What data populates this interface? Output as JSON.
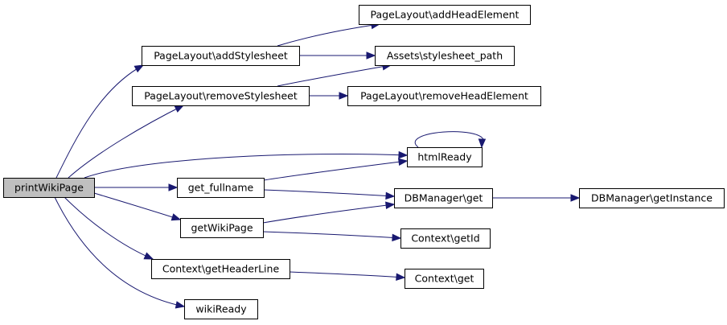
{
  "graph": {
    "nodes": [
      {
        "id": "printWikiPage",
        "label": "printWikiPage",
        "root": true
      },
      {
        "id": "addStylesheet",
        "label": "PageLayout\\addStylesheet"
      },
      {
        "id": "removeStylesheet",
        "label": "PageLayout\\removeStylesheet"
      },
      {
        "id": "addHeadElement",
        "label": "PageLayout\\addHeadElement"
      },
      {
        "id": "stylesheet_path",
        "label": "Assets\\stylesheet_path"
      },
      {
        "id": "removeHeadElement",
        "label": "PageLayout\\removeHeadElement"
      },
      {
        "id": "htmlReady",
        "label": "htmlReady"
      },
      {
        "id": "get_fullname",
        "label": "get_fullname"
      },
      {
        "id": "getWikiPage",
        "label": "getWikiPage"
      },
      {
        "id": "dbget",
        "label": "DBManager\\get"
      },
      {
        "id": "getInstance",
        "label": "DBManager\\getInstance"
      },
      {
        "id": "getId",
        "label": "Context\\getId"
      },
      {
        "id": "getHeaderLine",
        "label": "Context\\getHeaderLine"
      },
      {
        "id": "ctxget",
        "label": "Context\\get"
      },
      {
        "id": "wikiReady",
        "label": "wikiReady"
      }
    ],
    "edges": [
      {
        "from": "printWikiPage",
        "to": "addStylesheet"
      },
      {
        "from": "printWikiPage",
        "to": "removeStylesheet"
      },
      {
        "from": "printWikiPage",
        "to": "htmlReady"
      },
      {
        "from": "printWikiPage",
        "to": "get_fullname"
      },
      {
        "from": "printWikiPage",
        "to": "getWikiPage"
      },
      {
        "from": "printWikiPage",
        "to": "getHeaderLine"
      },
      {
        "from": "printWikiPage",
        "to": "wikiReady"
      },
      {
        "from": "addStylesheet",
        "to": "addHeadElement"
      },
      {
        "from": "addStylesheet",
        "to": "stylesheet_path"
      },
      {
        "from": "removeStylesheet",
        "to": "stylesheet_path"
      },
      {
        "from": "removeStylesheet",
        "to": "removeHeadElement"
      },
      {
        "from": "htmlReady",
        "to": "htmlReady"
      },
      {
        "from": "get_fullname",
        "to": "htmlReady"
      },
      {
        "from": "get_fullname",
        "to": "dbget"
      },
      {
        "from": "getWikiPage",
        "to": "dbget"
      },
      {
        "from": "getWikiPage",
        "to": "getId"
      },
      {
        "from": "dbget",
        "to": "getInstance"
      },
      {
        "from": "getHeaderLine",
        "to": "ctxget"
      }
    ]
  }
}
